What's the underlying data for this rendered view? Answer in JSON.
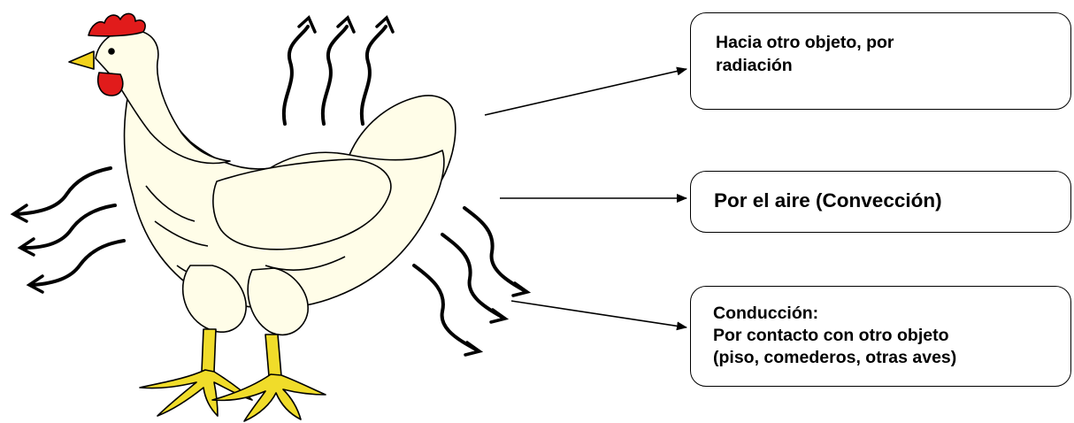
{
  "labels": {
    "radiation": [
      "Hacia otro objeto, por",
      "radiación"
    ],
    "convection": "Por el aire (Convección)",
    "conduction": [
      "Conducción:",
      "Por contacto con otro objeto",
      "(piso, comederos, otras aves)"
    ]
  },
  "colors": {
    "comb": "#e11b1b",
    "beak": "#f2d21c",
    "legs": "#f0dc2a",
    "body": "#fffde8",
    "outline": "#000000"
  }
}
